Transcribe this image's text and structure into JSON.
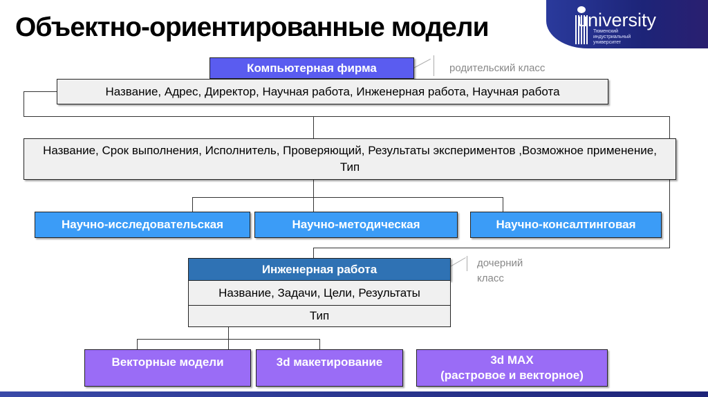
{
  "title": "Объектно-ориентированные модели",
  "logo": {
    "word": "university",
    "sub": "Тюменский индустриальный университет"
  },
  "parent": {
    "name": "Компьютерная фирма",
    "attributes": "Название, Адрес, Директор, Научная работа, Инженерная работа, Научная работа",
    "note": "родительский класс"
  },
  "research": {
    "attributes": "Название, Срок выполнения, Исполнитель, Проверяющий, Результаты экспериментов ,Возможное применение, Тип",
    "types": [
      "Научно-исследовательская",
      "Научно-методическая",
      "Научно-консалтинговая"
    ]
  },
  "child": {
    "name": "Инженерная работа",
    "attributes": "Название, Задачи, Цели, Результаты",
    "type": "Тип",
    "note_line1": "дочерний",
    "note_line2": "класс",
    "types": [
      "Векторные модели",
      "3d макетирование",
      "3d MAX",
      "(растровое и векторное)"
    ]
  },
  "colors": {
    "parent": "#5a5cf0",
    "blue": "#3b9cf7",
    "child": "#2f72b4",
    "purple": "#9a6cf6"
  }
}
